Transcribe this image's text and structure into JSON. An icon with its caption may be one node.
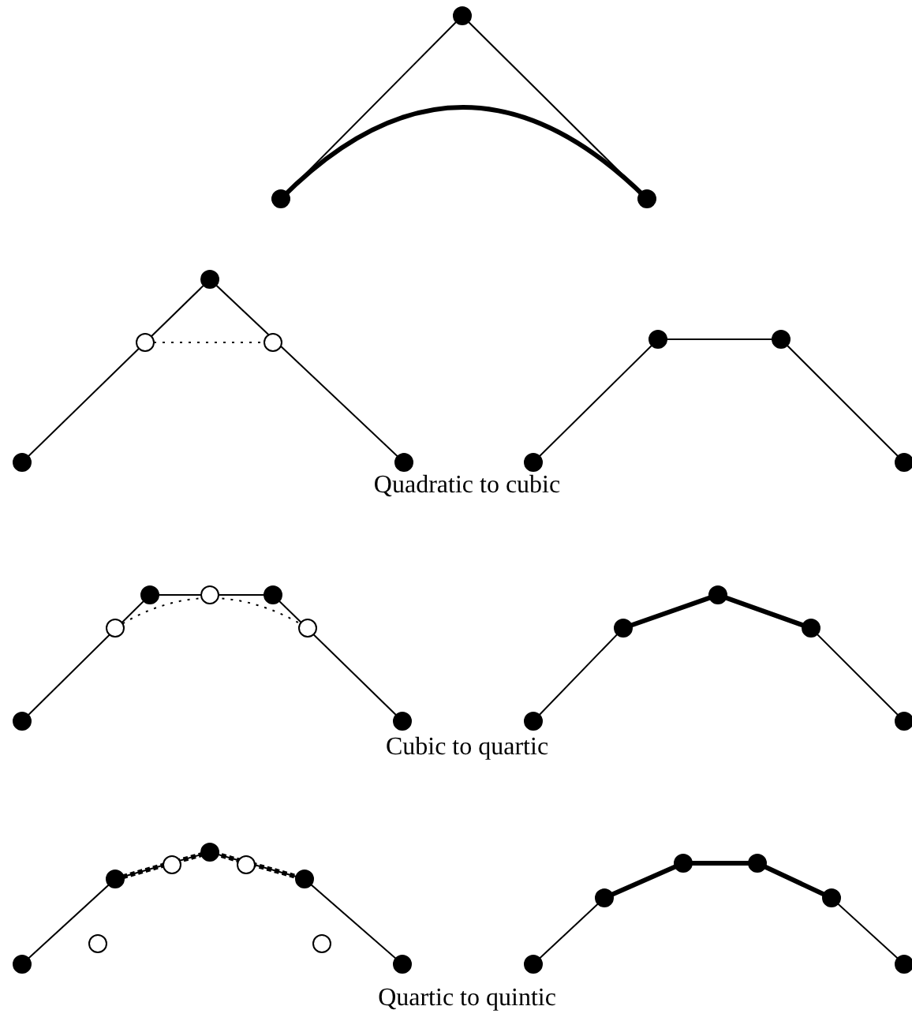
{
  "diagram": {
    "labels": [
      "Quadratic to cubic",
      "Cubic to quartic",
      "Quartic to quintic"
    ]
  }
}
